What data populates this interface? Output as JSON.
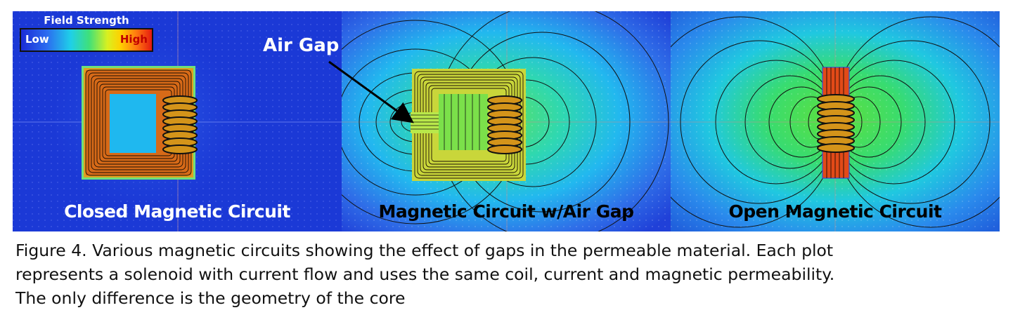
{
  "legend": {
    "title": "Field Strength",
    "low": "Low",
    "high": "High"
  },
  "annotation": {
    "air_gap": "Air Gap"
  },
  "panels": [
    {
      "title": "Closed Magnetic Circuit"
    },
    {
      "title": "Magnetic Circuit w/Air Gap"
    },
    {
      "title": "Open Magnetic Circuit"
    }
  ],
  "caption": {
    "lines": [
      "Figure 4. Various magnetic circuits showing the effect of gaps in the permeable material. Each plot",
      "represents a solenoid with current flow and uses the same coil, current and magnetic permeability.",
      "The only difference is the geometry of the core"
    ]
  },
  "colors": {
    "field_low": "#1a2bd6",
    "field_mid": "#3fe07a",
    "field_high": "#e51a10"
  }
}
